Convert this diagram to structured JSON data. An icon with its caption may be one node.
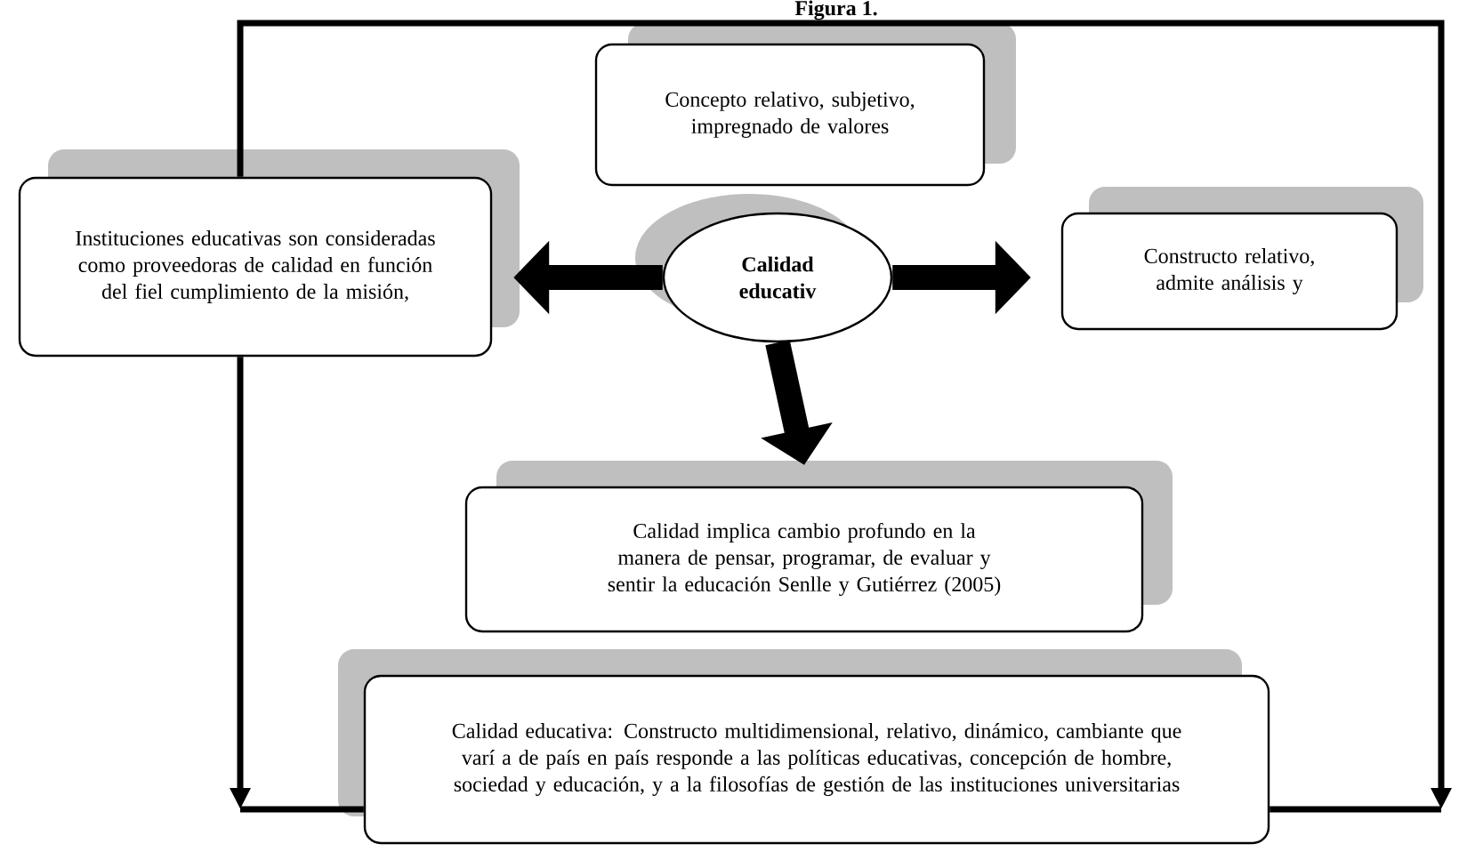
{
  "diagram": {
    "title": "Figura 1.",
    "nodes": [
      {
        "text": [
          "Concepto relativo, subjetivo, impregnado de valores"
        ]
      },
      {
        "text": [
          "Instituciones educativas son consideradas como proveedoras de calidad en función del fiel cumplimiento de la misión,"
        ]
      },
      {
        "text": [
          "Calidad educativ"
        ]
      },
      {
        "text": [
          "Constructo relativo, admite análisis y"
        ]
      },
      {
        "text": [
          "Calidad implica cambio profundo en la manera de pensar, programar, de evaluar y sentir la educación Senlle y Gutiérrez (2005)"
        ]
      },
      {
        "text": [
          "Calidad educativa: Constructo multidimensional, relativo, dinámico, cambiante que varí a de país en país responde a las políticas educativas, concepción de hombre, sociedad y educación, y a la filosofías de gestión de las instituciones universitarias"
        ]
      }
    ],
    "edges": [
      {
        "from": 2,
        "to": 1,
        "arrow": "to",
        "style": "thick"
      },
      {
        "from": 2,
        "to": 3,
        "arrow": "to",
        "style": "thick"
      },
      {
        "from": 2,
        "to": 4,
        "arrow": "to",
        "style": "thick"
      },
      {
        "from": 1,
        "to": null,
        "arrow": "to"
      },
      {
        "from": 1,
        "to": null,
        "arrow": "to"
      },
      {
        "from": 5,
        "to": null,
        "arrow": "none"
      },
      {
        "from": 5,
        "to": null,
        "arrow": "none"
      }
    ]
  }
}
